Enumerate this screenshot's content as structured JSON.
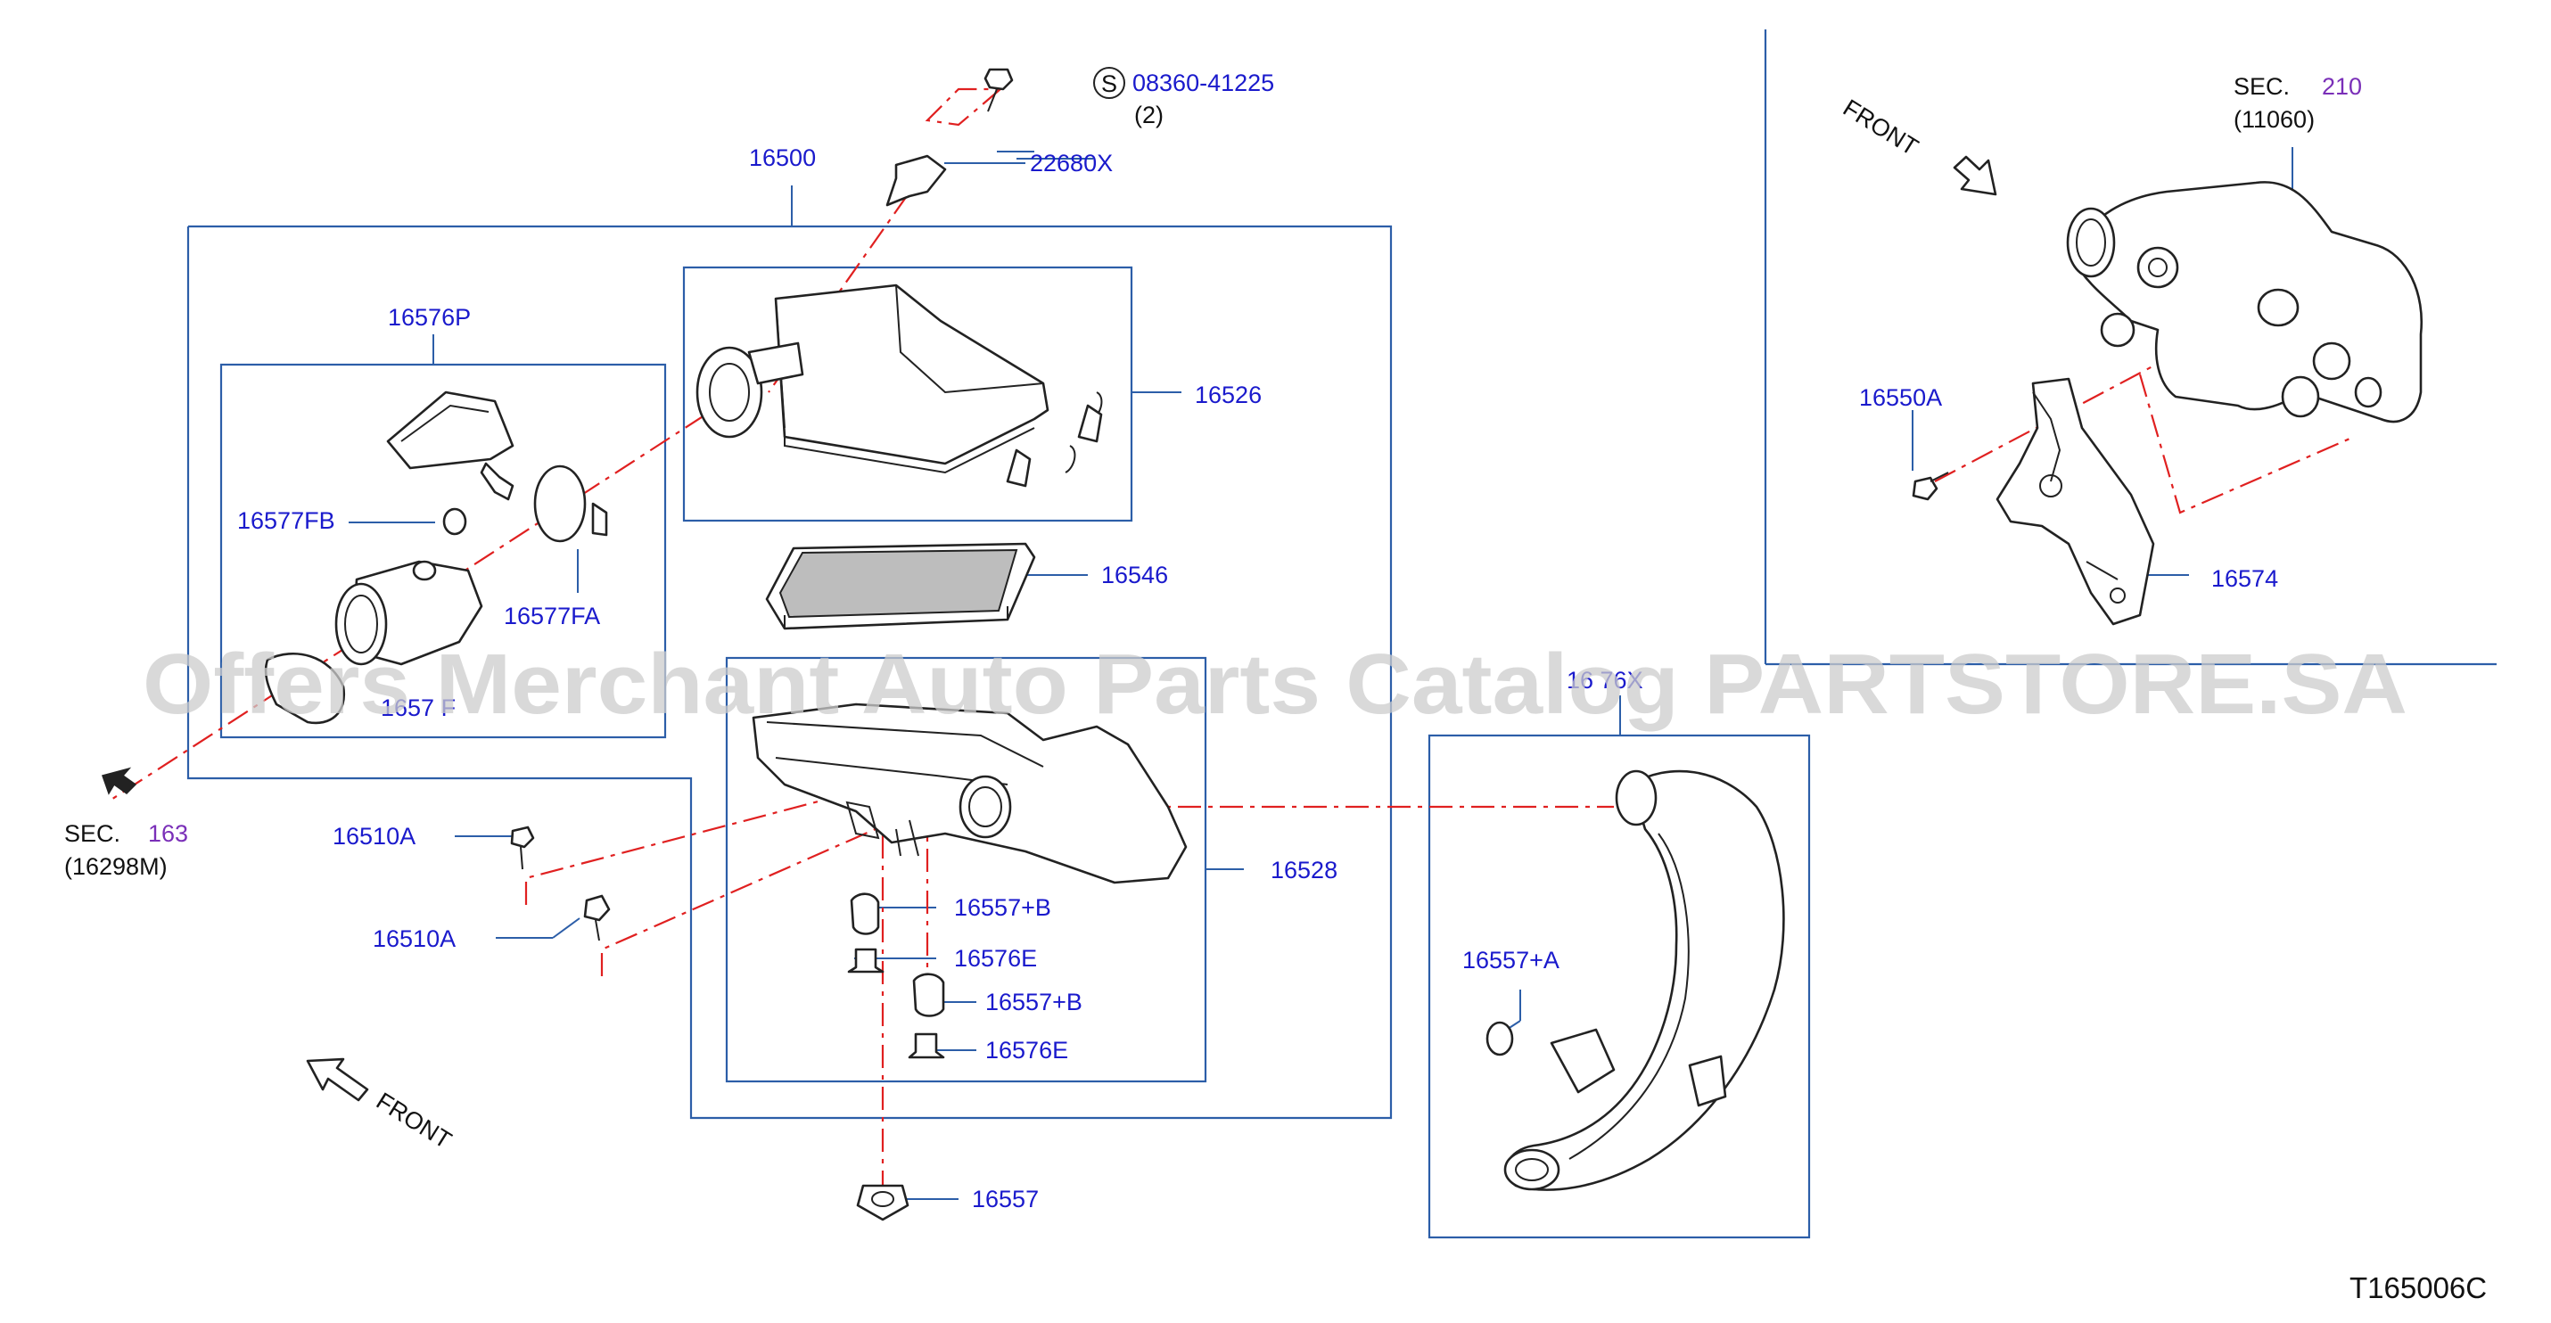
{
  "labels": {
    "p16500": "16500",
    "p16576P": "16576P",
    "p16577FB": "16577FB",
    "p16577FA": "16577FA",
    "p16577F_partial": "1657 F",
    "p16526": "16526",
    "p16546": "16546",
    "p16528": "16528",
    "p16557Ba": "16557+B",
    "p16576Ea": "16576E",
    "p16557Bb": "16557+B",
    "p16576Eb": "16576E",
    "p16557": "16557",
    "p16510Aa": "16510A",
    "p16510Ab": "16510A",
    "p22680X": "22680X",
    "bolt_code": "08360-41225",
    "bolt_qty": "(2)",
    "s_symbol": "S",
    "p16550A": "16550A",
    "p16574": "16574",
    "p16557A": "16557+A",
    "p16576X_partial": "16 76X"
  },
  "sections": {
    "left_sec": "SEC.",
    "left_num": "163",
    "left_ref": "(16298M)",
    "right_sec": "SEC.",
    "right_num": "210",
    "right_ref": "(11060)"
  },
  "front_labels": {
    "top": "FRONT",
    "bottom": "FRONT"
  },
  "watermark": "Offers Merchant Auto Parts Catalog PARTSTORE.SA",
  "diagram_code": "T165006C",
  "colors": {
    "label": "#1a1acc",
    "leader": "#2c5ea8",
    "centerline": "#e02020",
    "section_number": "#7a2fb8"
  }
}
